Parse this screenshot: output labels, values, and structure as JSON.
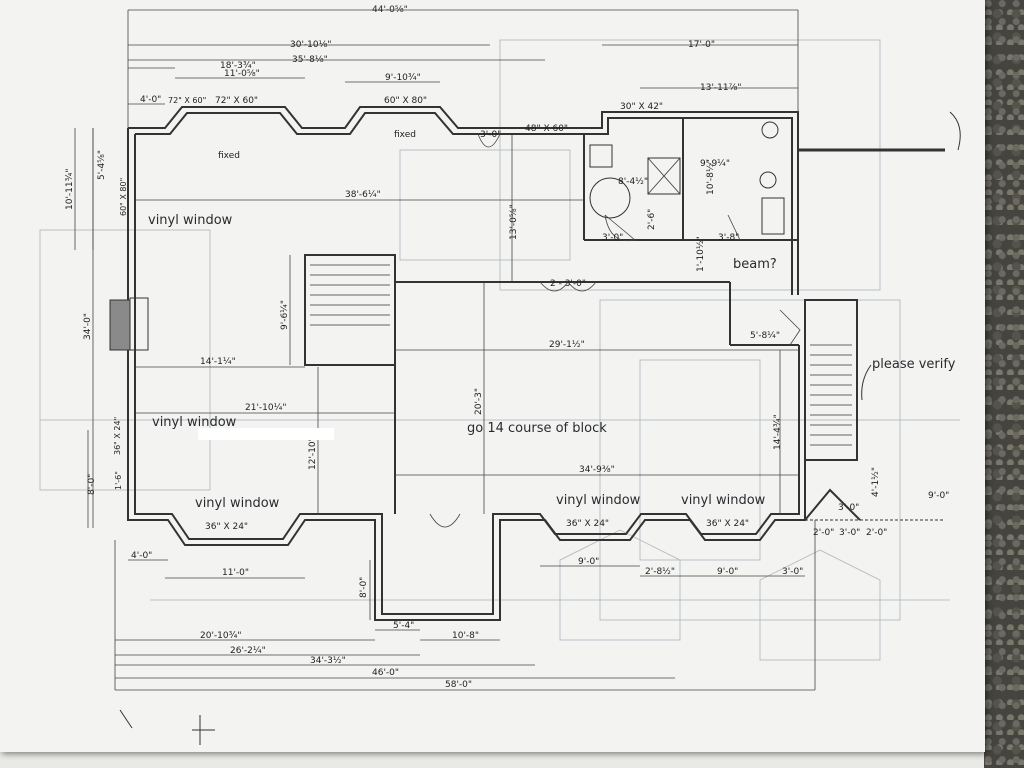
{
  "dimensions": {
    "top": [
      "44'-0⅝\"",
      "30'-10⅛\"",
      "35'-8⅛\"",
      "17'-0\"",
      "13'-11⅞\"",
      "18'-3¾\"",
      "11'-0⅝\"",
      "9'-10¾\"",
      "4'-0\""
    ],
    "bottom": [
      "20'-10¾\"",
      "26'-2¼\"",
      "34'-3½\"",
      "46'-0\"",
      "58'-0\""
    ],
    "left": [
      "10'-11¾\"",
      "5'-4⅝\"",
      "34'-0\"",
      "8'-0\"",
      "1'-6\""
    ],
    "interior": [
      "38'-6¼\"",
      "13'-0⅝\"",
      "9'-6¼\"",
      "14'-1¼\"",
      "21'-10¼\"",
      "12'-10\"",
      "20'-3\"",
      "29'-1½\"",
      "34'-9⅜\"",
      "14'-4¾\"",
      "5'-8¼\"",
      "2 - 3'-0\"",
      "3'-0\"",
      "3'-8\"",
      "8'-4½\"",
      "9'-9¼\"",
      "10'-8½\"",
      "3'-0\"",
      "1'-10½\"",
      "2'-6\""
    ],
    "bottom_detail": [
      "11'-0\"",
      "4'-0\"",
      "5'-4\"",
      "10'-8\"",
      "9'-0\"",
      "2'-8½\"",
      "9'-0\"",
      "3'-0\"",
      "8'-0\"",
      "3'-0\"",
      "2'-0\"",
      "3'-0\"",
      "2'-0\"",
      "4'-1½\"",
      "9'-0\""
    ]
  },
  "windows": [
    "72\" X 60\"",
    "60\" X 80\"",
    "30\" X 42\"",
    "48\" X 60\"",
    "36\" X 24\"",
    "36\" X 24\"",
    "36\" X 24\"",
    "60\" X 80\"",
    "36\" X 24\""
  ],
  "window_notes": [
    "fixed",
    "fixed"
  ],
  "annotations": {
    "vinyl_window_1": "vinyl window",
    "vinyl_window_2": "vinyl window",
    "vinyl_window_3": "vinyl window",
    "vinyl_window_4": "vinyl window",
    "vinyl_window_5": "vinyl window",
    "block_note": "go 14 course of block",
    "beam": "beam?",
    "verify": "please verify"
  },
  "colors": {
    "paper": "#f3f4f1",
    "ink": "#333333",
    "ghost": "#b9bfc6",
    "background": "#3a3a36"
  }
}
